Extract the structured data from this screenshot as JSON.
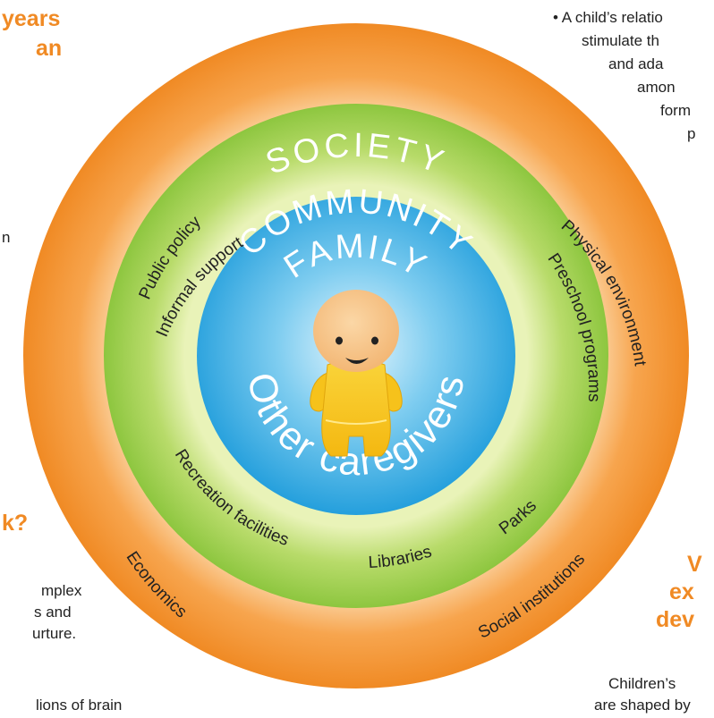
{
  "diagram": {
    "rings": {
      "society": "SOCIETY",
      "community": "COMMUNITY",
      "family": "FAMILY",
      "center": "Other caregivers"
    },
    "society_items": {
      "public_policy": "Public policy",
      "physical_environment": "Physical environment",
      "economics": "Economics",
      "social_institutions": "Social institutions"
    },
    "community_items": {
      "informal_support": "Informal support",
      "preschool_programs": "Preschool programs",
      "recreation_facilities": "Recreation facilities",
      "libraries": "Libraries",
      "parks": "Parks"
    },
    "colors": {
      "society": "#f08a24",
      "community": "#8dc63f",
      "family": "#29a8e0",
      "baby_body": "#f6c21b",
      "baby_head": "#f7c48b"
    }
  },
  "cropped_text": {
    "left_heading_1": "years",
    "left_heading_2": "an",
    "left_text_1": "n",
    "left_heading_3": "k?",
    "left_text_2": "mplex",
    "left_text_3": "s and",
    "left_text_4": "urture.",
    "left_text_5": "lions of brain",
    "right_bullet_1": "• A child’s relatio",
    "right_bullet_2": "stimulate th",
    "right_bullet_3": "and ada",
    "right_bullet_4": "amon",
    "right_bullet_5": "form",
    "right_bullet_6": "p",
    "right_heading_1": "V",
    "right_heading_2": "ex",
    "right_heading_3": "dev",
    "right_text_1": "Children’s",
    "right_text_2": "are shaped by"
  }
}
